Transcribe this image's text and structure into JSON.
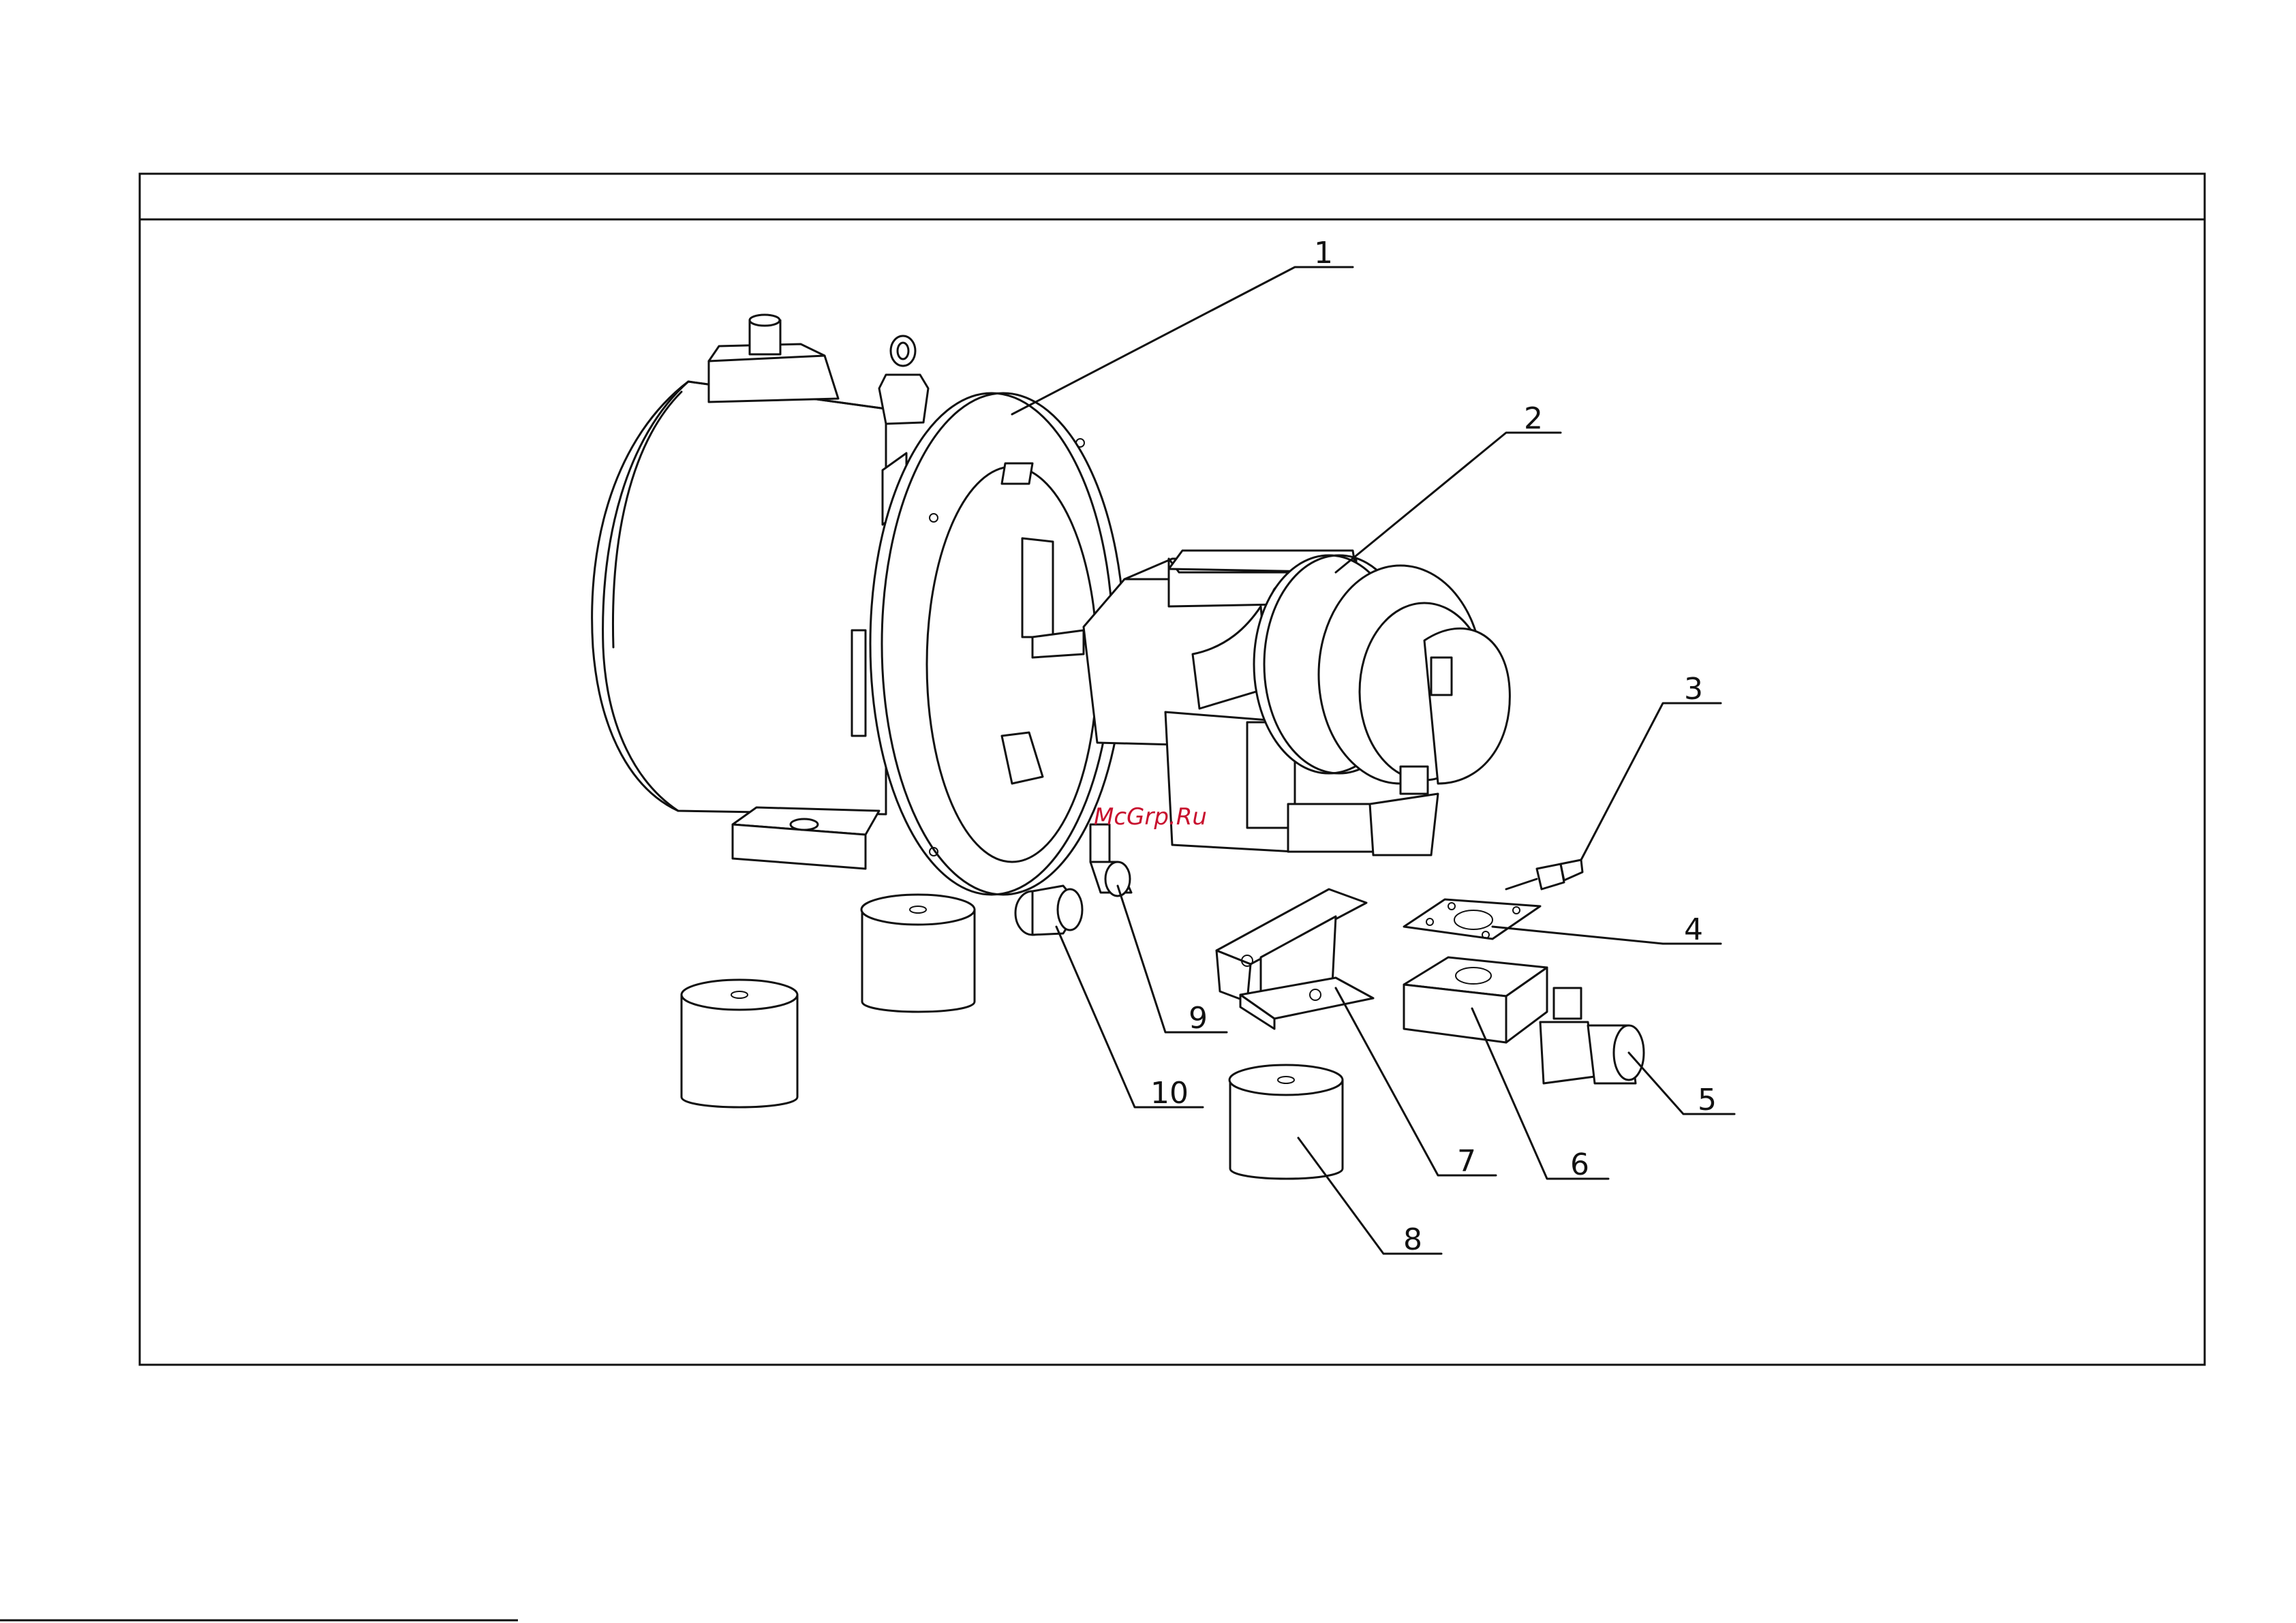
{
  "watermark": "McGrp.Ru",
  "callouts": [
    {
      "id": "1",
      "label": "1",
      "part": "motor-flange"
    },
    {
      "id": "2",
      "label": "2",
      "part": "compressor-head"
    },
    {
      "id": "3",
      "label": "3",
      "part": "temperature-sensor"
    },
    {
      "id": "4",
      "label": "4",
      "part": "gasket"
    },
    {
      "id": "5",
      "label": "5",
      "part": "elbow-fitting"
    },
    {
      "id": "6",
      "label": "6",
      "part": "adapter-block"
    },
    {
      "id": "7",
      "label": "7",
      "part": "mounting-bracket"
    },
    {
      "id": "8",
      "label": "8",
      "part": "rubber-mount"
    },
    {
      "id": "9",
      "label": "9",
      "part": "elbow-connector"
    },
    {
      "id": "10",
      "label": "10",
      "part": "straight-connector"
    }
  ],
  "colors": {
    "line": "#111111",
    "background": "#ffffff",
    "watermark": "#c8102e"
  }
}
